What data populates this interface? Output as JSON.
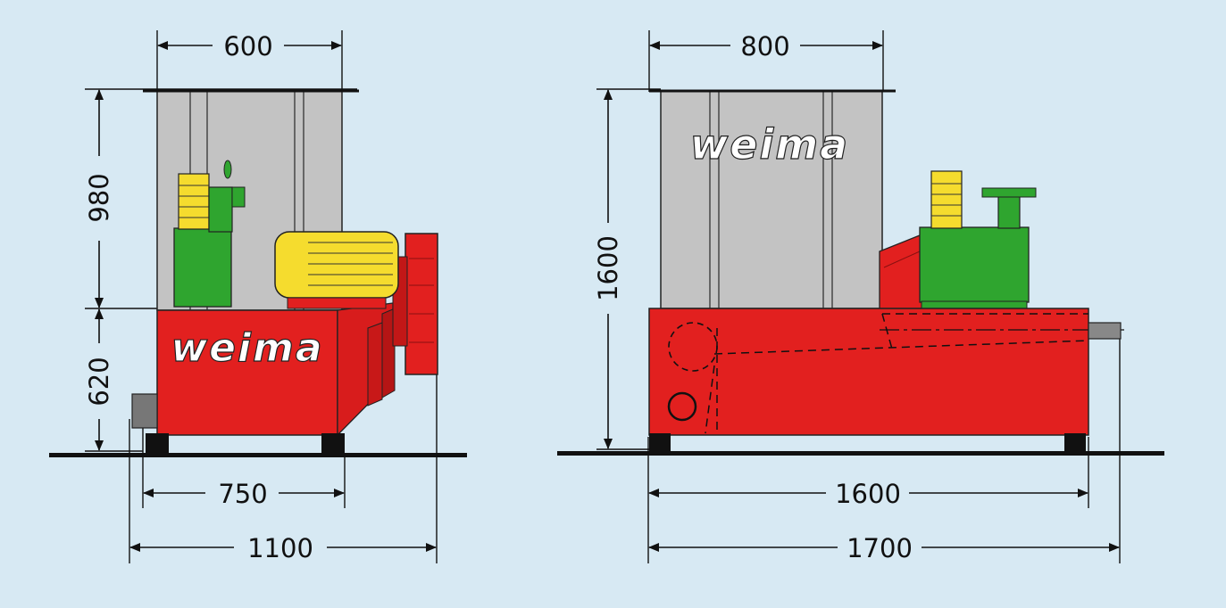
{
  "colors": {
    "background": "#d7e9f3",
    "hopper": "#c3c3c3",
    "base": "#e2201f",
    "base_dark": "#a31414",
    "motor": "#f5dc2e",
    "hydraulic_unit": "#2fa52f",
    "outline": "#111111"
  },
  "front_view": {
    "width_top": "600",
    "hopper_height": "980",
    "base_height": "620",
    "base_width": "750",
    "overall_width": "1100",
    "logo": "weima"
  },
  "side_view": {
    "width_top": "800",
    "total_height": "1600",
    "base_length": "1600",
    "overall_length": "1700",
    "logo": "weima"
  }
}
